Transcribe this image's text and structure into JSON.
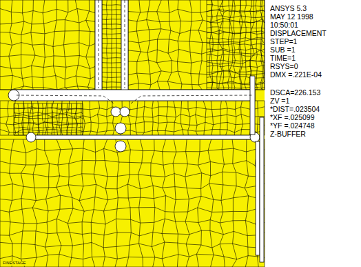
{
  "diagram": {
    "labels": [
      "ANSYS 5.3",
      "MAY 12 1998",
      "10:50:01",
      "DISPLACEMENT",
      "STEP=1",
      "SUB =1",
      "TIME=1",
      "RSYS=0",
      "DMX =.221E-04",
      "DSCA=226.153",
      "ZV =1",
      "*DIST=.023504",
      "*XF =.025099",
      "*YF =.024748",
      "Z-BUFFER",
      "FINESTAGE"
    ]
  }
}
